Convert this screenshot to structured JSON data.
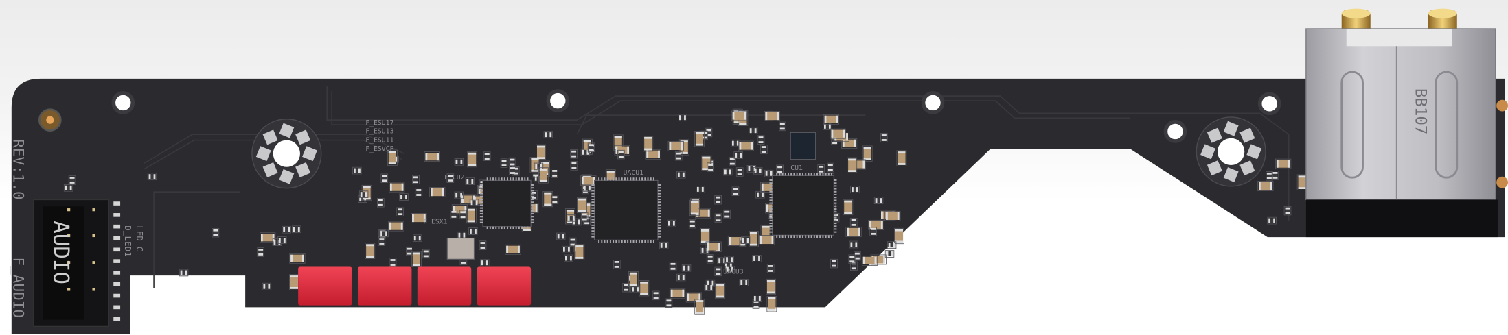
{
  "board": {
    "revision": "REV:1.0",
    "header_label": "F_AUDIO",
    "connector_label": "AUDIO",
    "led_labels": [
      "LED_C",
      "D_LED1"
    ],
    "component_labels": [
      "F_ESU17",
      "F_ESU13",
      "F_ESU11",
      "F_ESVCP",
      "F_CU2",
      "F_ESX1",
      "UACU1",
      "UACU3",
      "CU1"
    ],
    "jack_marking": "BB107"
  },
  "colors": {
    "pcb": "#2b2b2f",
    "silkscreen": "#8d8d92",
    "capacitor_red": "#e0283a",
    "gold": "#c9a04a",
    "metal": "#b9b9bd"
  }
}
